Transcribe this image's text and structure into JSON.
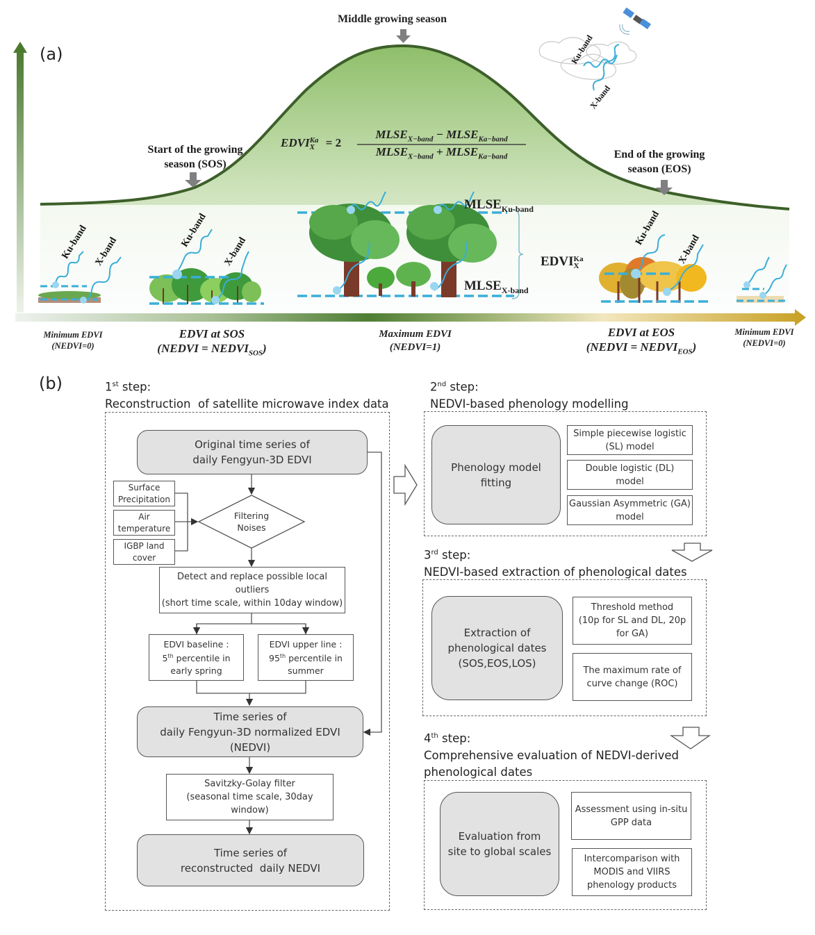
{
  "panel_a": {
    "label": "(a)",
    "middle_season": "Middle growing season",
    "sos_label_line1": "Start of the growing",
    "sos_label_line2": "season (SOS)",
    "eos_label_line1": "End of the growing",
    "eos_label_line2": "season (EOS)",
    "formula": {
      "lhs": "EDVI",
      "lhs_sup": "Ka",
      "lhs_sub": "X",
      "coef": "= 2",
      "numerator": "MLSE_X−band − MLSE_Ka−band",
      "num_a": "MLSE",
      "num_a_sub": "X−band",
      "num_op": "−",
      "num_b": "MLSE",
      "num_b_sub": "Ka−band",
      "den_a": "MLSE",
      "den_a_sub": "X−band",
      "den_op": "+",
      "den_b": "MLSE",
      "den_b_sub": "Ka−band"
    },
    "mlse_ku": "MLSE",
    "mlse_ku_sub": "Ku-band",
    "mlse_x": "MLSE",
    "mlse_x_sub": "X-band",
    "edvi_bracket": "EDVI",
    "edvi_bracket_sup": "Ka",
    "edvi_bracket_sub": "X",
    "ku_band": "Ku-band",
    "x_band": "X-band",
    "stages": [
      {
        "line1": "Minimum EDVI",
        "line2": "(NEDVI=0)"
      },
      {
        "line1": "EDVI at SOS",
        "line2": "(NEDVI = NEDVI",
        "line2_sub": "SOS",
        "line2_end": ")"
      },
      {
        "line1": "Maximum EDVI",
        "line2": "(NEDVI=1)"
      },
      {
        "line1": "EDVI at EOS",
        "line2": "(NEDVI = NEDVI",
        "line2_sub": "EOS",
        "line2_end": ")"
      },
      {
        "line1": "Minimum EDVI",
        "line2": "(NEDVI=0)"
      }
    ],
    "colors": {
      "curve": "#3d5f2a",
      "fill_top": "#8fbf6a",
      "wave": "#3aaed8",
      "arrow_gray": "#808080",
      "axis_green": "#4b7a2f",
      "axis_gold": "#c9a227"
    }
  },
  "panel_b": {
    "label": "(b)",
    "step1": {
      "num": "1",
      "sup": "st",
      "word": " step:",
      "title": "Reconstruction  of satellite microwave index data",
      "original": [
        "Original time series of",
        "daily Fengyun-3D EDVI"
      ],
      "inputs": [
        [
          "Surface",
          "Precipitation"
        ],
        [
          "Air",
          "temperature"
        ],
        [
          "IGBP land",
          "cover"
        ]
      ],
      "filter": [
        "Filtering",
        "Noises"
      ],
      "outliers": [
        "Detect and replace possible local outliers",
        "(short time scale, within 10day window)"
      ],
      "baseline": {
        "l1": "EDVI baseline :",
        "num": "5",
        "sup": "th",
        "l2rest": " percentile in",
        "l3": "early spring"
      },
      "upper": {
        "l1": "EDVI upper line :",
        "num": "95",
        "sup": "th",
        "l2rest": " percentile in",
        "l3": "summer"
      },
      "normalized": [
        "Time series of",
        "daily Fengyun-3D normalized EDVI",
        "(NEDVI)"
      ],
      "sg": [
        "Savitzky-Golay filter",
        "(seasonal time scale, 30day window)"
      ],
      "reconstructed": [
        "Time series of",
        "reconstructed  daily NEDVI"
      ]
    },
    "step2": {
      "num": "2",
      "sup": "nd",
      "word": " step:",
      "title": "NEDVI-based phenology modelling",
      "main": [
        "Phenology model",
        "fitting"
      ],
      "models": [
        [
          "Simple piecewise logistic",
          "(SL) model"
        ],
        [
          "Double logistic (DL)",
          "model"
        ],
        [
          "Gaussian Asymmetric (GA)",
          "model"
        ]
      ]
    },
    "step3": {
      "num": "3",
      "sup": "rd",
      "word": " step:",
      "title": "NEDVI-based extraction of phenological dates",
      "main": [
        "Extraction of",
        "phenological dates",
        "(SOS,EOS,LOS)"
      ],
      "methods": [
        [
          "Threshold method",
          "(10p for SL and DL, 20p",
          "for GA)"
        ],
        [
          "The maximum rate of",
          "curve change (ROC)"
        ]
      ]
    },
    "step4": {
      "num": "4",
      "sup": "th",
      "word": " step:",
      "title_l1": "Comprehensive evaluation of NEDVI-derived",
      "title_l2": "phenological dates",
      "main": [
        "Evaluation from",
        "site to global scales"
      ],
      "methods": [
        [
          "Assessment using in-situ",
          "GPP data"
        ],
        [
          "Intercomparison with",
          "MODIS and VIIRS",
          "phenology products"
        ]
      ]
    }
  }
}
